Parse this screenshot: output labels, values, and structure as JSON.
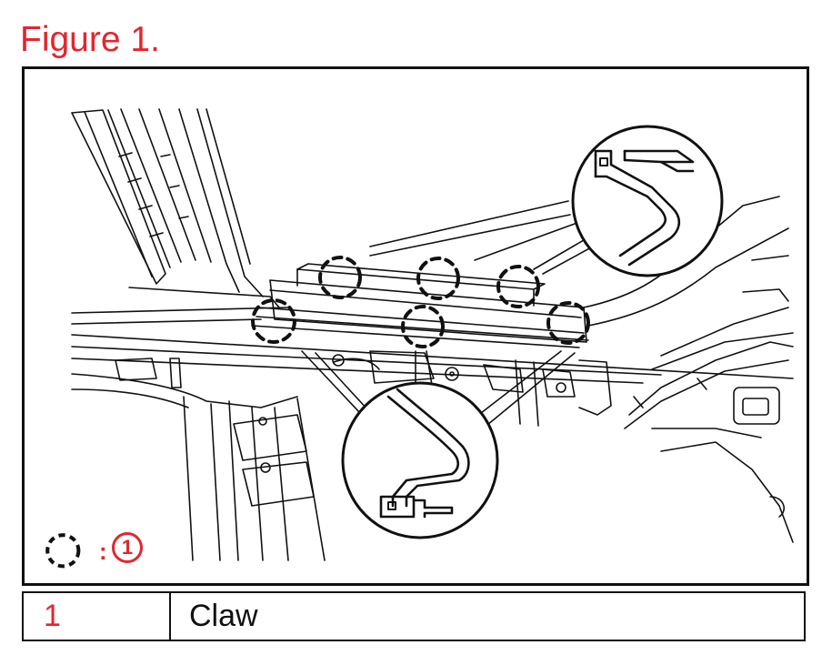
{
  "figure": {
    "title": "Figure 1."
  },
  "legend_key": {
    "separator": ":",
    "marker_number": "1"
  },
  "parts_table": {
    "rows": [
      {
        "number": "1",
        "name": "Claw"
      }
    ]
  },
  "colors": {
    "accent": "#e3262e",
    "line": "#111111"
  }
}
